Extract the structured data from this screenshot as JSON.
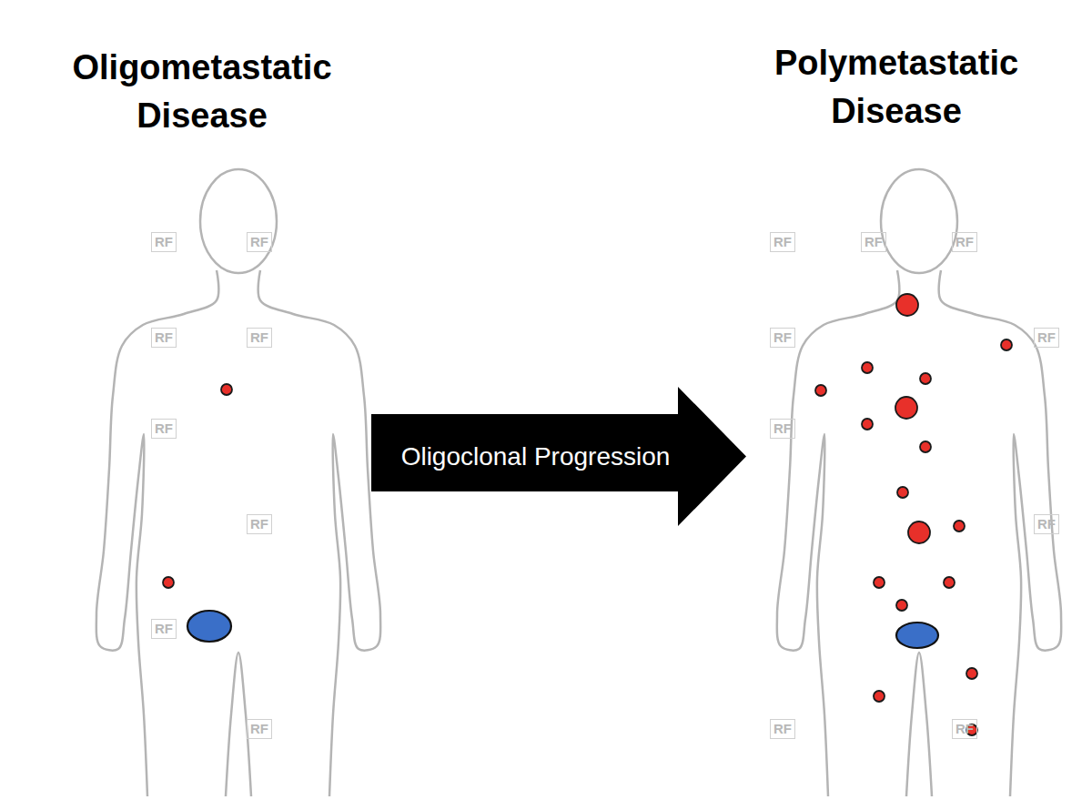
{
  "diagram": {
    "nodes": [
      {
        "text": [
          "Oligometastatic Disease"
        ]
      },
      {
        "text": [
          "Oligoclonal Progression"
        ]
      },
      {
        "text": [
          "Polymetastatic Disease"
        ]
      }
    ],
    "labels": [
      "RF",
      "RF",
      "RF",
      "RF",
      "RF",
      "RF",
      "RF",
      "RF",
      "RF",
      "RF",
      "RF",
      "RF",
      "RF",
      "RF",
      "RF",
      "RF",
      "RF"
    ]
  }
}
